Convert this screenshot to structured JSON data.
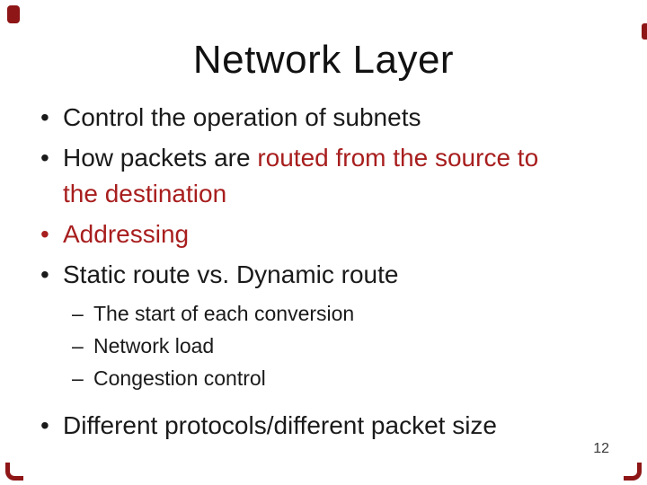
{
  "title": "Network Layer",
  "page_number": "12",
  "icons": {
    "bullet": "•",
    "dash": "–"
  },
  "colors": {
    "background": "#ffffff",
    "text": "#1a1a1a",
    "accent_red": "#a81e1e",
    "border_red": "#8e1616",
    "page_number_gray": "#3a3a3a"
  },
  "bullets": [
    {
      "text": "Control the operation of subnets"
    },
    {
      "text_black": "How packets are ",
      "text_red_line1": "routed from the source to",
      "text_red_line2": "the destination"
    },
    {
      "text_red": "Addressing"
    },
    {
      "text": "Static route vs. Dynamic route"
    },
    {
      "text": "Different protocols/different packet size"
    }
  ],
  "sub_bullets": [
    "The start of each conversion",
    "Network load",
    "Congestion control"
  ]
}
